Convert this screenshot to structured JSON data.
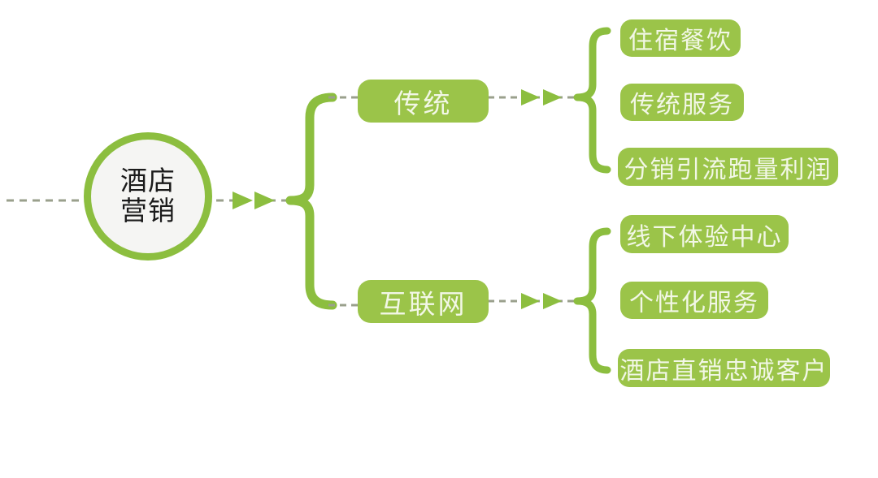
{
  "diagram": {
    "title": "酒店营销",
    "root": {
      "line1": "酒店",
      "line2": "营销"
    },
    "branches": [
      {
        "label": "传统",
        "leaves": [
          {
            "label": "住宿餐饮"
          },
          {
            "label": "传统服务"
          },
          {
            "label": "分销引流跑量利润"
          }
        ]
      },
      {
        "label": "互联网",
        "leaves": [
          {
            "label": "线下体验中心"
          },
          {
            "label": "个性化服务"
          },
          {
            "label": "酒店直销忠诚客户"
          }
        ]
      }
    ],
    "colors": {
      "brace_green": "#8cbe3f",
      "pill_green": "#9bc449",
      "ring_green": "#8cbe3f",
      "circle_fill": "#f5f5f3",
      "pill_text": "#f2f7e6",
      "root_text": "#1b1b1b",
      "dash_line": "#9aa08c",
      "arrow_green": "#8cbe3f",
      "background": "#ffffff"
    },
    "connectors": {
      "inlet_dashed": "dashed-line-left",
      "root_to_brace": "dashed-arrow-double",
      "branch_to_brace": "dashed-arrow-double",
      "brace_main": "curly-brace",
      "brace_top": "curly-brace",
      "brace_bottom": "curly-brace"
    }
  }
}
